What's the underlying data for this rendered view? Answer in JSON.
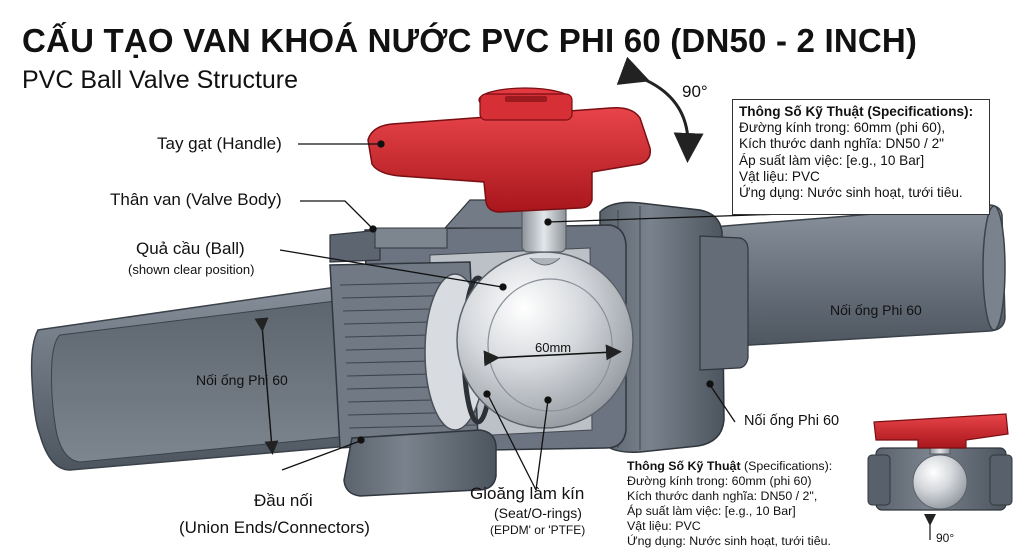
{
  "title": "CẤU TẠO VAN KHOÁ NƯỚC PVC PHI 60 (DN50 - 2 INCH)",
  "subtitle": "PVC Ball Valve Structure",
  "rotation": "90°",
  "labels": {
    "handle": "Tay gạt (Handle)",
    "body": "Thân van (Valve Body)",
    "ball": "Quả cầu (Ball)",
    "ball_note": "(shown clear position)",
    "pipe_left": "Nối ống Phi 60",
    "pipe_right": "Nối ống Phi 60",
    "pipe_right_lower": "Nối ống Phi 60",
    "diameter": "60mm",
    "union_line1": "Đầu nối",
    "union_line2": "(Union Ends/Connectors)",
    "seal_line1": "Gioăng làm kín",
    "seal_line2": "(Seat/O-rings)",
    "seal_line3": "(EPDM' or 'PTFE)"
  },
  "specs": {
    "heading": "Thông Số Kỹ Thuật (Specifications):",
    "lines": [
      "Đường kính trong: 60mm (phi 60),",
      "Kích thước danh nghĩa: DN50 / 2\"",
      "Áp suất làm việc: [e.g., 10 Bar]",
      "Vật liệu: PVC",
      "Ứng dụng: Nước sinh hoạt, tưới tiêu."
    ]
  },
  "specs_small": {
    "heading_bold": "Thông Số Kỹ Thuật",
    "heading_rest": " (Specifications):",
    "lines": [
      "Đường kính trong: 60mm (phi 60)",
      "Kích thước danh nghĩa: DN50 / 2\",",
      "Áp suất làm việc: [e.g., 10 Bar]",
      "Vật liệu: PVC",
      "Ứng dụng: Nước sinh hoạt, tưới tiêu."
    ]
  },
  "inset_rotation": "90°",
  "colors": {
    "pvc_gray": "#6f7884",
    "pvc_dark": "#4f5863",
    "handle_red": "#d2232a",
    "ball_silver": "#cfd3d8",
    "background": "#ffffff"
  }
}
